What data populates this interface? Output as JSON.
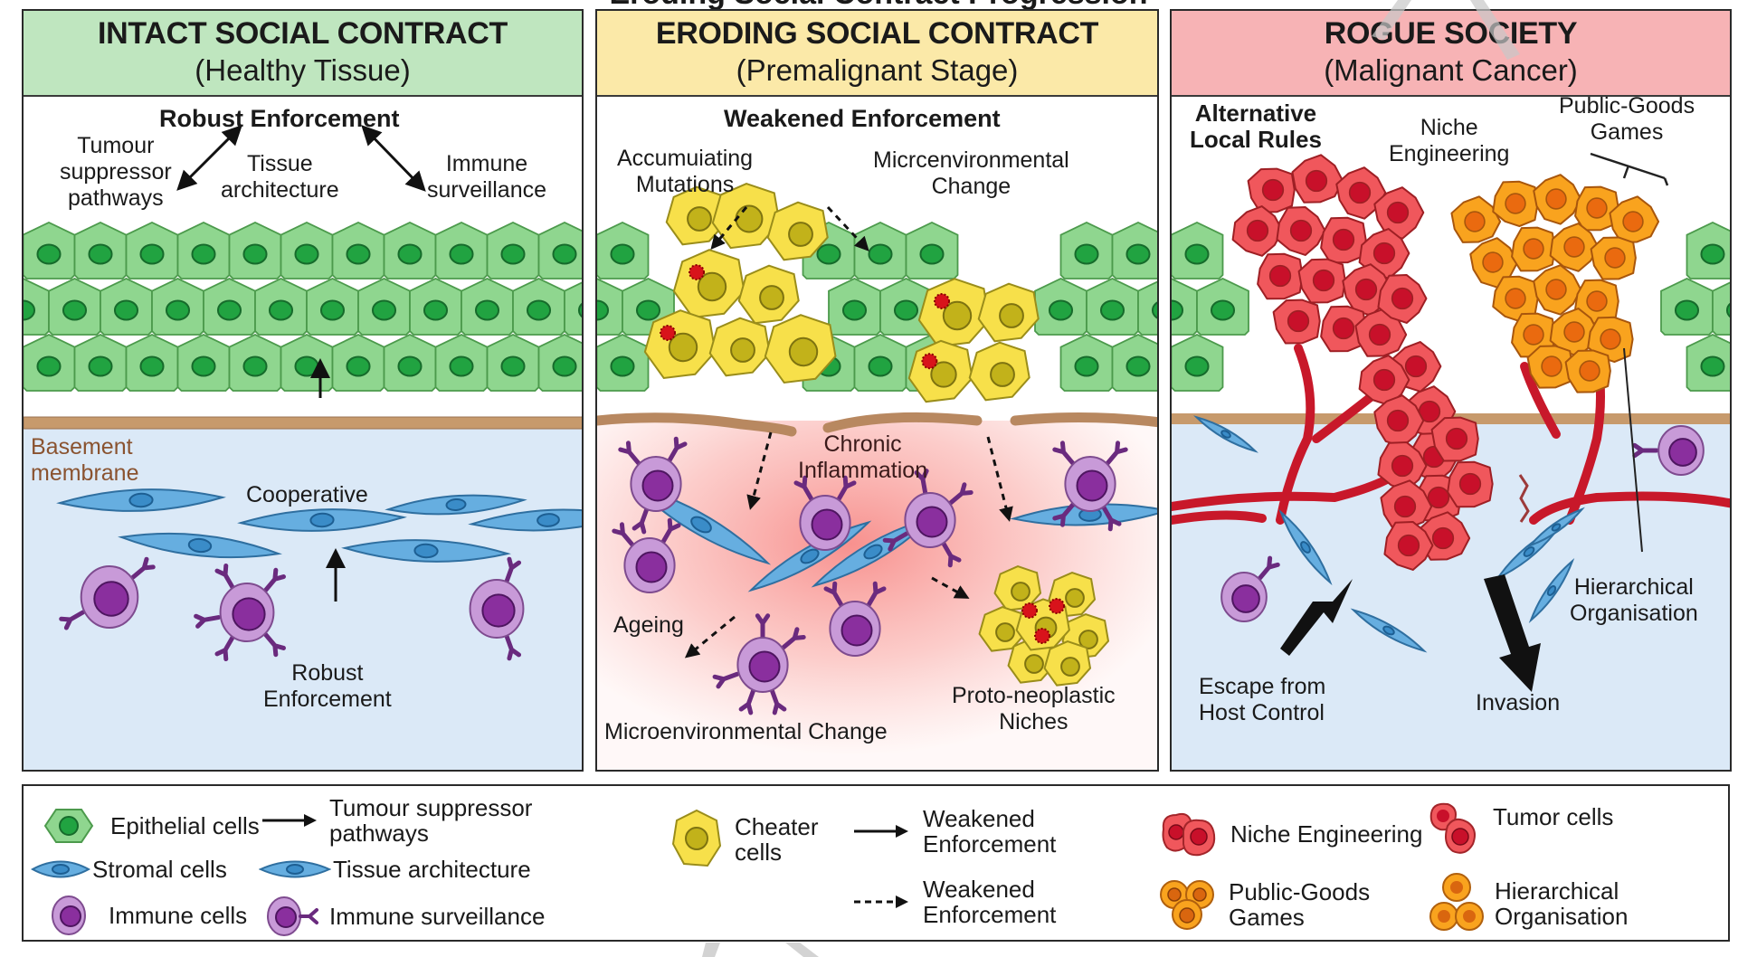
{
  "figure": {
    "cut_title": "Eroding Social Contract Progression"
  },
  "panels": [
    {
      "title": "INTACT SOCIAL CONTRACT",
      "subtitle": "(Healthy Tissue)",
      "header_color": "#bfe6bf",
      "labels": {
        "enforcement": "Robust Enforcement",
        "tumour_suppressor": "Tumour\nsuppressor\npathways",
        "tissue_architecture": "Tissue\narchitecture",
        "immune_surveillance": "Immune\nsurveillance",
        "basement_membrane": "Basement\nmembrane",
        "cooperative": "Cooperative",
        "robust_enforcement_bottom": "Robust\nEnforcement"
      }
    },
    {
      "title": "ERODING SOCIAL CONTRACT",
      "subtitle": "(Premalignant Stage)",
      "header_color": "#fbe9a8",
      "labels": {
        "enforcement": "Weakened Enforcement",
        "accumulating_mutations": "Accumuiating\nMutations",
        "micro_change_top": "Micrcenvironmental\nChange",
        "chronic_inflammation": "Chronic\nInflammation",
        "ageing": "Ageing",
        "micro_change_bottom": "Microenvironmental Change",
        "proto_niches": "Proto-neoplastic\nNiches"
      }
    },
    {
      "title": "ROGUE SOCIETY",
      "subtitle": "(Malignant Cancer)",
      "header_color": "#f7b3b5",
      "labels": {
        "alt_rules": "Alternative\nLocal Rules",
        "niche_engineering": "Niche\nEngineering",
        "public_goods": "Public-Goods\nGames",
        "hierarchical": "Hierarchical\nOrganisation",
        "escape": "Escape from\nHost Control",
        "invasion": "Invasion"
      }
    }
  ],
  "legend": {
    "items": [
      {
        "icon": "epithelial-cell-icon",
        "label": "Epithelial cells"
      },
      {
        "icon": "stromal-cell-icon",
        "label": "Stromal cells"
      },
      {
        "icon": "immune-cell-icon",
        "label": "Immune cells"
      },
      {
        "icon": "solid-arrow-icon",
        "label": "Tumour suppressor\npathways"
      },
      {
        "icon": "stromal-cell-icon",
        "label": "Tissue architecture"
      },
      {
        "icon": "immune-receptor-cell-icon",
        "label": "Immune surveillance"
      },
      {
        "icon": "cheater-cell-icon",
        "label": "Cheater\ncells"
      },
      {
        "icon": "solid-arrow-icon",
        "label": "Weakened\nEnforcement"
      },
      {
        "icon": "dashed-arrow-icon",
        "label": "Weakened\nEnforcement"
      },
      {
        "icon": "niche-engineering-cells-icon",
        "label": "Niche Engineering"
      },
      {
        "icon": "public-goods-cells-icon",
        "label": "Public-Goods\nGames"
      },
      {
        "icon": "tumor-cells-icon",
        "label": "Tumor cells"
      },
      {
        "icon": "hierarchical-cells-icon",
        "label": "Hierarchical\nOrganisation"
      }
    ]
  },
  "colors": {
    "epithelial_fill": "#8fd68f",
    "epithelial_nucleus": "#21a341",
    "stroma_bg": "#dbe9f7",
    "basement": "#c79a6c",
    "stromal_fill": "#66aee0",
    "immune_fill": "#c89ad8",
    "immune_nucleus": "#8a2f9e",
    "cheater_fill": "#f7e04a",
    "cheater_nucleus": "#c2b21a",
    "mutation": "#d8131b",
    "tumor_fill": "#f0575c",
    "tumor_nucleus": "#c8102a",
    "orange_fill": "#f9a31e",
    "orange_nucleus": "#ea6a0f",
    "vessel": "#c8182a",
    "inflammation": "#f59b98"
  }
}
